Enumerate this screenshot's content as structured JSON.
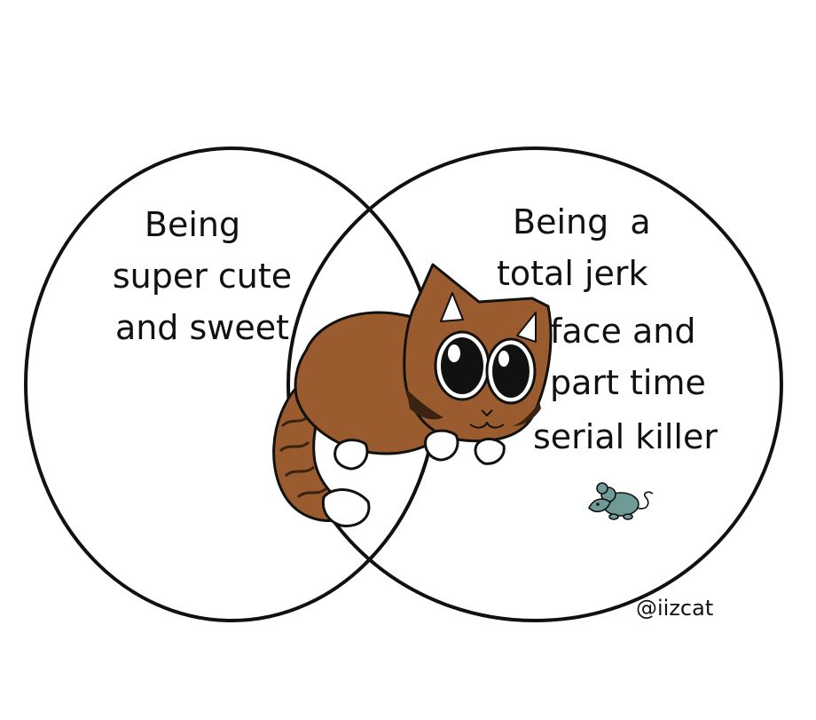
{
  "diagram": {
    "left_set": {
      "lines": [
        "Being",
        "super cute",
        "and sweet"
      ]
    },
    "right_set": {
      "lines": [
        "Being  a",
        "total jerk",
        "face and",
        "part time",
        "serial killer"
      ]
    },
    "intersection": {
      "icon": "cat-icon"
    },
    "decoration": {
      "icon": "mouse-icon"
    },
    "credit": "@iizcat"
  },
  "colors": {
    "outline": "#111111",
    "cat_fur": "#9a5b2e",
    "cat_stripes": "#3a2312",
    "cat_paws": "#ffffff",
    "mouse": "#6f9a97",
    "background": "#ffffff"
  }
}
